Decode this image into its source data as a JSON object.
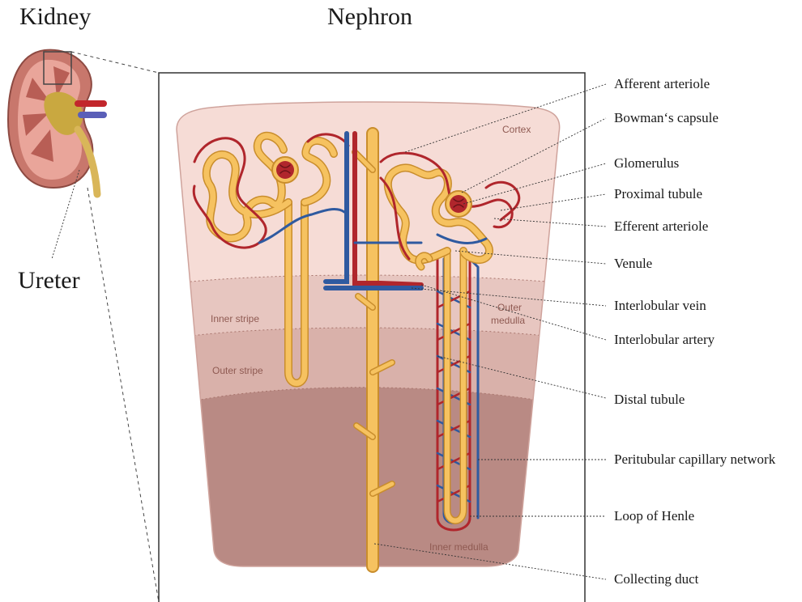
{
  "titles": {
    "kidney": "Kidney",
    "nephron": "Nephron",
    "ureter": "Ureter"
  },
  "zones": {
    "cortex": "Cortex",
    "inner_stripe": "Inner stripe",
    "outer_stripe": "Outer stripe",
    "outer_medulla_line1": "Outer",
    "outer_medulla_line2": "medulla",
    "inner_medulla": "Inner medulla"
  },
  "callouts": [
    "Afferent arteriole",
    "Bowman‘s capsule",
    "Glomerulus",
    "Proximal tubule",
    "Efferent arteriole",
    "Venule",
    "Interlobular vein",
    "Interlobular artery",
    "Distal tubule",
    "Peritubular capillary network",
    "Loop of Henle",
    "Collecting duct"
  ],
  "colors": {
    "cortex": "#f6dcd6",
    "outer_medulla": "#d9b1aa",
    "inner_medulla": "#b98a84",
    "tubule": "#f6c260",
    "tubule_edge": "#c98d2c",
    "artery": "#b0262c",
    "vein": "#2f5aa0"
  }
}
